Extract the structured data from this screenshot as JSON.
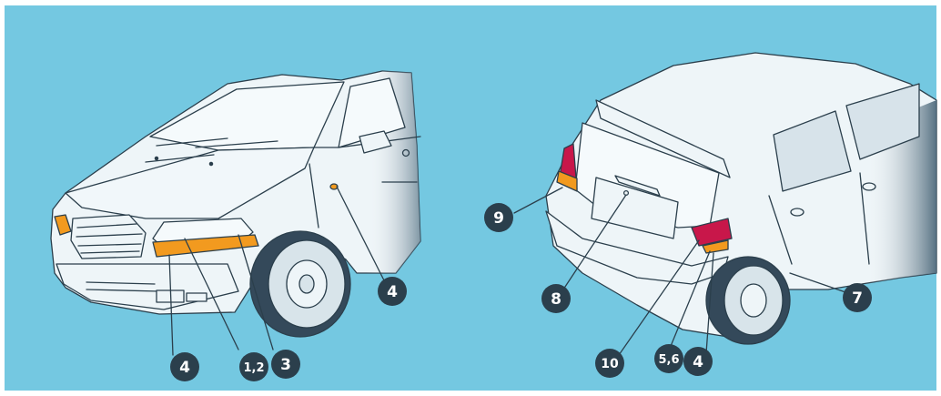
{
  "diagram": {
    "background_color": "#74C8E1",
    "callout_fill": "#2B3F4C",
    "callout_text_color": "#FFFFFF",
    "car_body_color": "#EEF5F8",
    "outline_color": "#2B3F4C",
    "amber_color": "#F29A1F",
    "red_color": "#C8174A",
    "tire_color": "#34495A",
    "front_view": {
      "callouts": {
        "a": "4",
        "b": "1,2",
        "c": "3",
        "d": "4"
      }
    },
    "rear_view": {
      "callouts": {
        "a": "9",
        "b": "8",
        "c": "10",
        "d": "5,6",
        "e": "4",
        "f": "7"
      }
    }
  }
}
